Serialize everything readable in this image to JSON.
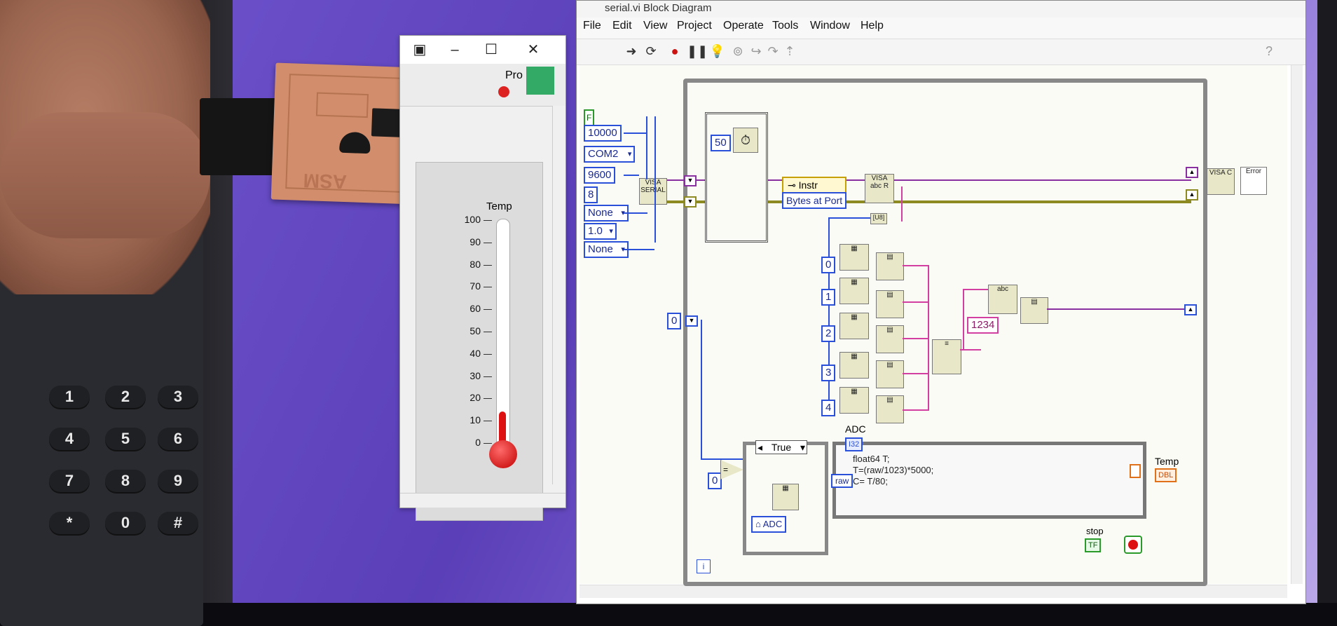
{
  "block_diagram": {
    "title": "serial.vi Block Diagram",
    "menu": [
      "File",
      "Edit",
      "View",
      "Project",
      "Operate",
      "Tools",
      "Window",
      "Help"
    ],
    "constants": {
      "timeout": "10000",
      "port": "COM2",
      "baud": "9600",
      "data_bits": "8",
      "parity": "None",
      "stop_bits": "1.0",
      "flow": "None",
      "bool_false": "F",
      "wait_ms": "50",
      "init_zero": "0",
      "compare_zero": "0",
      "frame_0": "0",
      "frame_1": "1",
      "frame_2": "2",
      "frame_3": "3",
      "frame_4": "4",
      "string_const": "1234"
    },
    "property_node": {
      "class": "Instr",
      "property": "Bytes at Port"
    },
    "case_selector": "True",
    "case_local": "ADC",
    "formula": "float64 T;\nT=(raw/1023)*5000;\nC= T/80;",
    "formula_input": "raw",
    "adc_label": "ADC",
    "adc_type": "I32",
    "temp_label": "Temp",
    "temp_type": "DBL",
    "stop_label": "stop",
    "stop_value": "TF",
    "visa_serial_label": "VISA SERIAL",
    "visa_read_label": "VISA abc R",
    "visa_close_label": "VISA C",
    "error_label": "Error",
    "loop_iter": "i"
  },
  "front_panel": {
    "toolbar_label": "Pro",
    "thermometer": {
      "label": "Temp",
      "scale": [
        100,
        90,
        80,
        70,
        60,
        50,
        40,
        30,
        20,
        10,
        0
      ],
      "value": 14
    }
  },
  "phone_keys": [
    "1",
    "2",
    "3",
    "4",
    "5",
    "6",
    "7",
    "8",
    "9",
    "*",
    "0",
    "#"
  ],
  "pcb_label": "ASM"
}
